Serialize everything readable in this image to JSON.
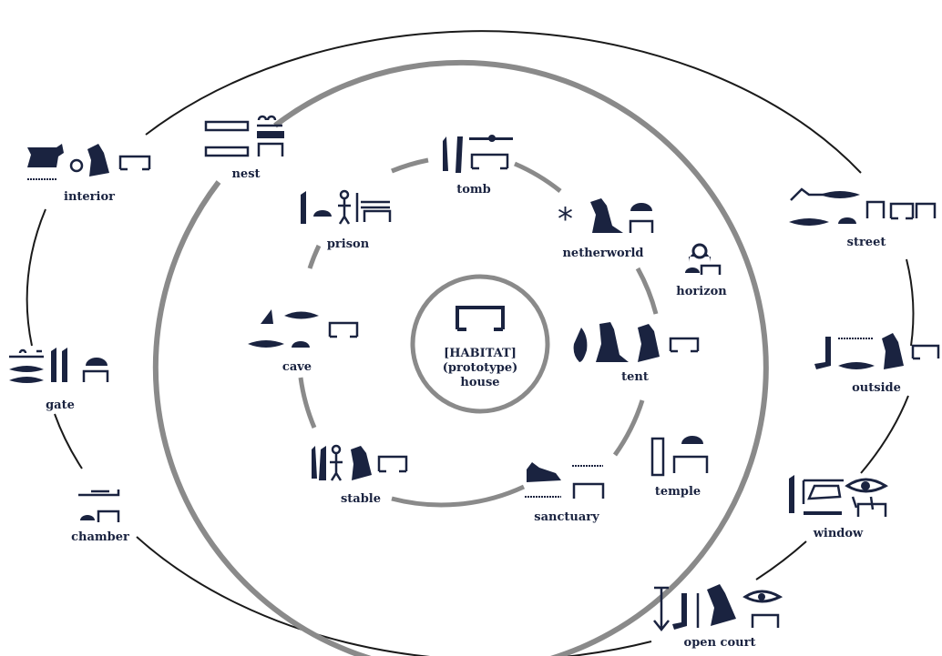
{
  "center": {
    "line1": "[HABITAT]",
    "line2": "(prototype)",
    "line3": "house"
  },
  "inner_ring": {
    "tomb": "tomb",
    "netherworld": "netherworld",
    "tent": "tent",
    "sanctuary": "sanctuary",
    "stable": "stable",
    "cave": "cave",
    "prison": "prison"
  },
  "middle_ring": {
    "nest": "nest",
    "horizon": "horizon",
    "temple": "temple"
  },
  "outer_ring": {
    "interior": "interior",
    "gate": "gate",
    "chamber": "chamber",
    "street": "street",
    "outside": "outside",
    "window": "window",
    "open_court": "open court"
  },
  "colors": {
    "ink": "#1a2340",
    "ring_gray": "#8a8a8a",
    "outer_line": "#1a1a1a",
    "background": "#ffffff"
  }
}
